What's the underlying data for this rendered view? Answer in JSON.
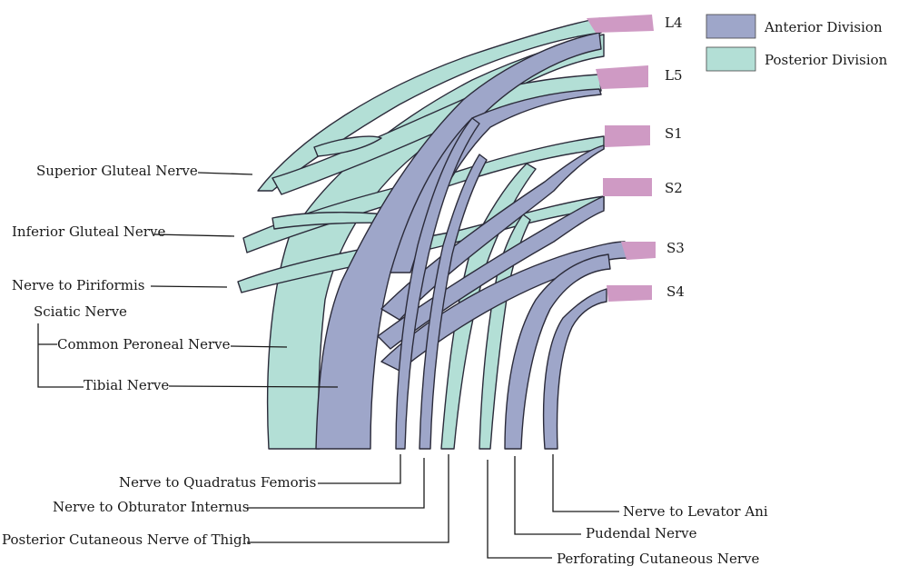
{
  "colors": {
    "anterior": "#9ea6c9",
    "posterior": "#b3dfd6",
    "root_cap": "#cf9ac4"
  },
  "legend": {
    "anterior_label": "Anterior Division",
    "posterior_label": "Posterior Division"
  },
  "roots": [
    "L4",
    "L5",
    "S1",
    "S2",
    "S3",
    "S4"
  ],
  "left_labels": {
    "superior_gluteal": "Superior Gluteal Nerve",
    "inferior_gluteal": "Inferior Gluteal Nerve",
    "nerve_to_piriformis": "Nerve to Piriformis",
    "sciatic": "Sciatic Nerve",
    "common_peroneal": "Common Peroneal Nerve",
    "tibial": "Tibial Nerve"
  },
  "bottom_labels": {
    "quadratus_femoris": "Nerve to Quadratus Femoris",
    "obturator_internus": "Nerve to Obturator Internus",
    "posterior_cutaneous": "Posterior Cutaneous Nerve of Thigh",
    "levator_ani": "Nerve to Levator Ani",
    "pudendal": "Pudendal  Nerve",
    "perforating_cutaneous": "Perforating Cutaneous Nerve"
  }
}
